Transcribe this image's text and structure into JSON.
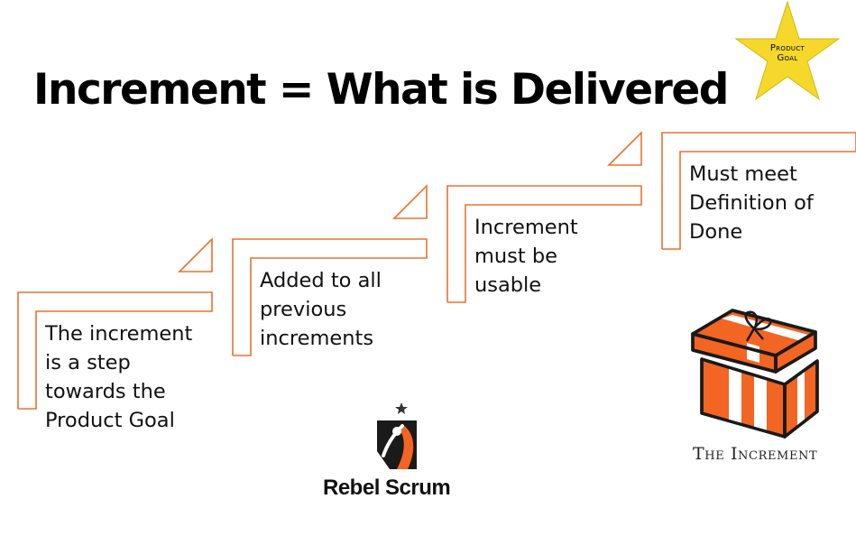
{
  "title": "Increment = What is Delivered",
  "steps": [
    {
      "text": "The increment\nis a step\ntowards the\nProduct Goal"
    },
    {
      "text": "Added to all\nprevious\nincrements"
    },
    {
      "text": "Increment\nmust be\nusable"
    },
    {
      "text": "Must meet\nDefinition of\nDone"
    }
  ],
  "goal_star": {
    "line1": "Product",
    "line2": "Goal"
  },
  "increment_caption": "The Increment",
  "brand": {
    "name": "Rebel Scrum"
  },
  "colors": {
    "stair_line": "#e8732f",
    "star": "#f5d82a",
    "gift_orange": "#f26522",
    "gift_outline": "#1a1a1a",
    "title": "#000000"
  }
}
